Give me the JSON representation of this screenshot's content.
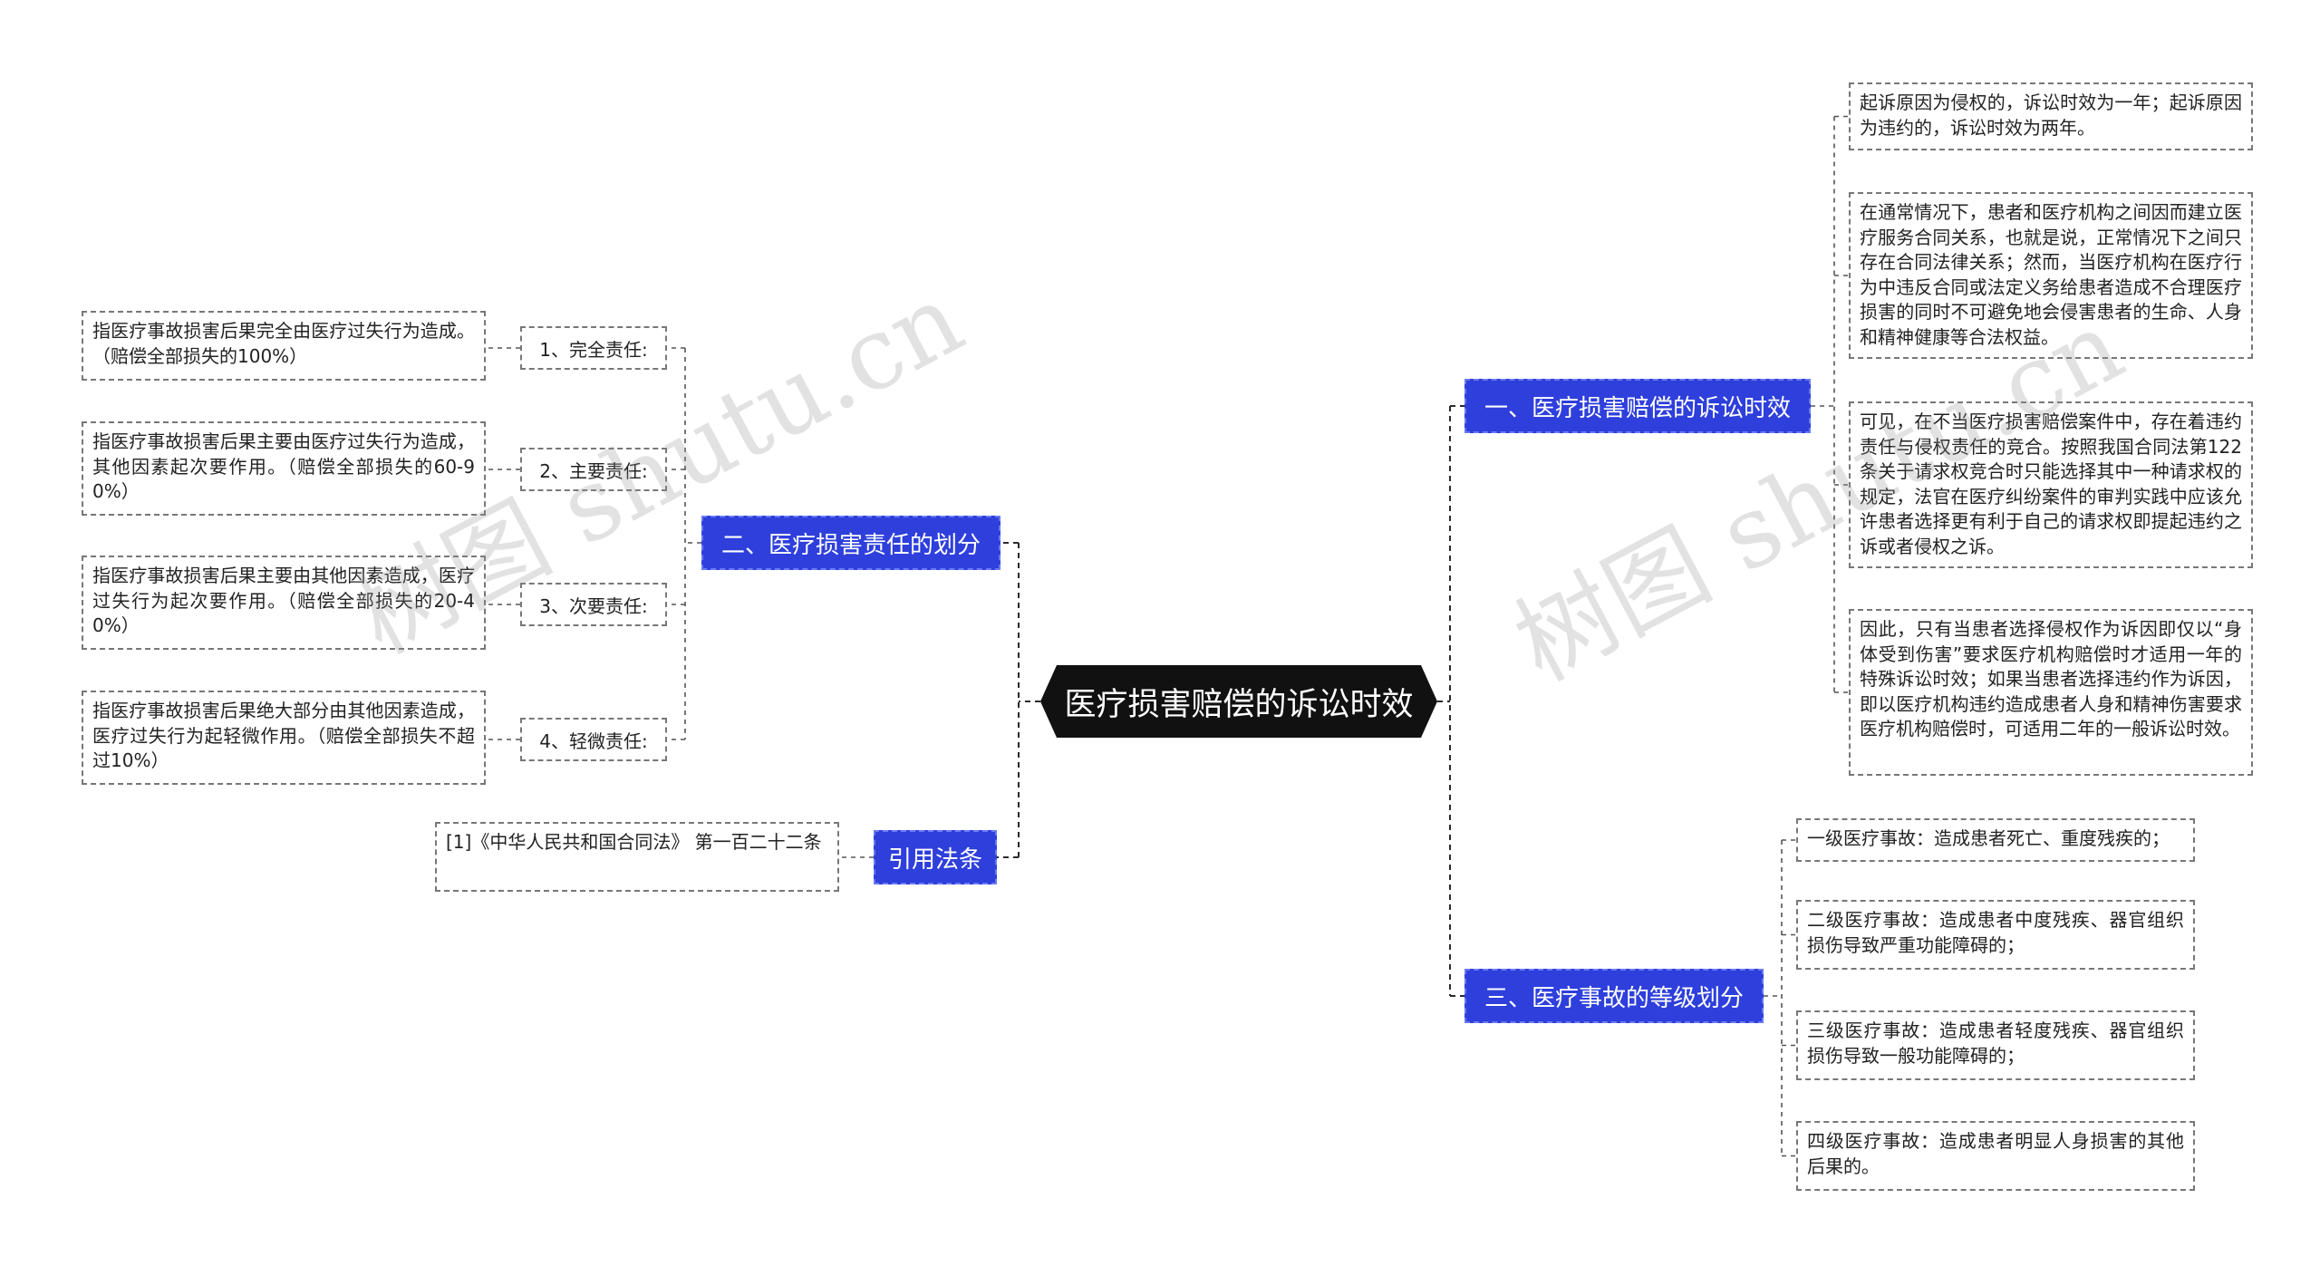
{
  "root": {
    "label": "医疗损害赔偿的诉讼时效"
  },
  "branches": {
    "b1": {
      "label": "一、医疗损害赔偿的诉讼时效",
      "leaves": [
        "起诉原因为侵权的，诉讼时效为一年；起诉原因为违约的，诉讼时效为两年。",
        "在通常情况下，患者和医疗机构之间因而建立医疗服务合同关系，也就是说，正常情况下之间只存在合同法律关系；然而，当医疗机构在医疗行为中违反合同或法定义务给患者造成不合理医疗损害的同时不可避免地会侵害患者的生命、人身和精神健康等合法权益。",
        "可见，在不当医疗损害赔偿案件中，存在着违约责任与侵权责任的竞合。按照我国合同法第122条关于请求权竞合时只能选择其中一种请求权的规定，法官在医疗纠纷案件的审判实践中应该允许患者选择更有利于自己的请求权即提起违约之诉或者侵权之诉。",
        "因此，只有当患者选择侵权作为诉因即仅以“身体受到伤害”要求医疗机构赔偿时才适用一年的特殊诉讼时效；如果当患者选择违约作为诉因，即以医疗机构违约造成患者人身和精神伤害要求医疗机构赔偿时，可适用二年的一般诉讼时效。"
      ]
    },
    "b2": {
      "label": "二、医疗损害责任的划分",
      "items": [
        {
          "label": "1、完全责任:",
          "detail": "指医疗事故损害后果完全由医疗过失行为造成。（赔偿全部损失的100%）"
        },
        {
          "label": "2、主要责任:",
          "detail": "指医疗事故损害后果主要由医疗过失行为造成，其他因素起次要作用。（赔偿全部损失的60-90%）"
        },
        {
          "label": "3、次要责任:",
          "detail": "指医疗事故损害后果主要由其他因素造成，医疗过失行为起次要作用。（赔偿全部损失的20-40%）"
        },
        {
          "label": "4、轻微责任:",
          "detail": "指医疗事故损害后果绝大部分由其他因素造成，医疗过失行为起轻微作用。（赔偿全部损失不超过10%）"
        }
      ]
    },
    "b3": {
      "label": "三、医疗事故的等级划分",
      "leaves": [
        "一级医疗事故：造成患者死亡、重度残疾的；",
        "二级医疗事故：造成患者中度残疾、器官组织损伤导致严重功能障碍的；",
        "三级医疗事故：造成患者轻度残疾、器官组织损伤导致一般功能障碍的；",
        "四级医疗事故：造成患者明显人身损害的其他后果的。"
      ]
    },
    "b4": {
      "label": "引用法条",
      "leaves": [
        "[1]《中华人民共和国合同法》 第一百二十二条"
      ]
    }
  },
  "watermark": {
    "text": "树图 shutu.cn"
  }
}
